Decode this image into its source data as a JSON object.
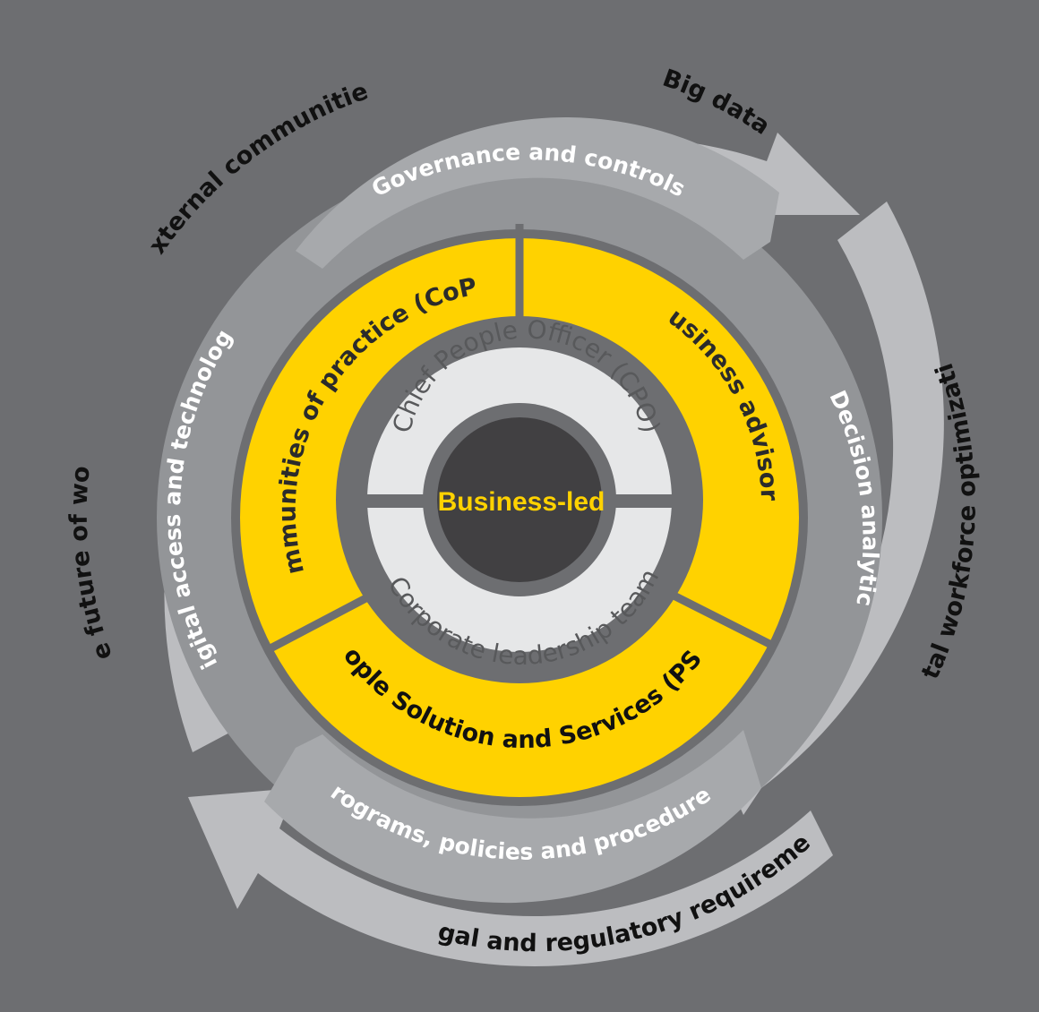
{
  "colors": {
    "background": "#6d6e71",
    "outer_arrow": "#bcbdc0",
    "middle_ring": "#939598",
    "middle_arrow": "#a7a9ac",
    "inner_dark_ring": "#6d6e71",
    "yellow": "#ffd200",
    "core_ring": "#e6e7e8",
    "center": "#414042",
    "center_text": "#ffd200"
  },
  "center": {
    "label": "Business-led"
  },
  "core": {
    "top_label": "Chief People Officer (CPO)",
    "bottom_label": "Corporate leadership team"
  },
  "yellow_segments": [
    {
      "label": "Communities of practice (CoPs)"
    },
    {
      "label": "Business advisors"
    },
    {
      "label": "People Solution and Services (PSS)"
    }
  ],
  "middle_ring": [
    {
      "label": "Governance and controls"
    },
    {
      "label": "Decision analytics"
    },
    {
      "label": "Programs, policies and procedures"
    },
    {
      "label": "Digital access and technology"
    }
  ],
  "outer_ring": [
    {
      "label": "External communities"
    },
    {
      "label": "Big data"
    },
    {
      "label": "Total workforce optimization"
    },
    {
      "label": "Legal and regulatory requirements"
    },
    {
      "label": "The future of work"
    }
  ]
}
